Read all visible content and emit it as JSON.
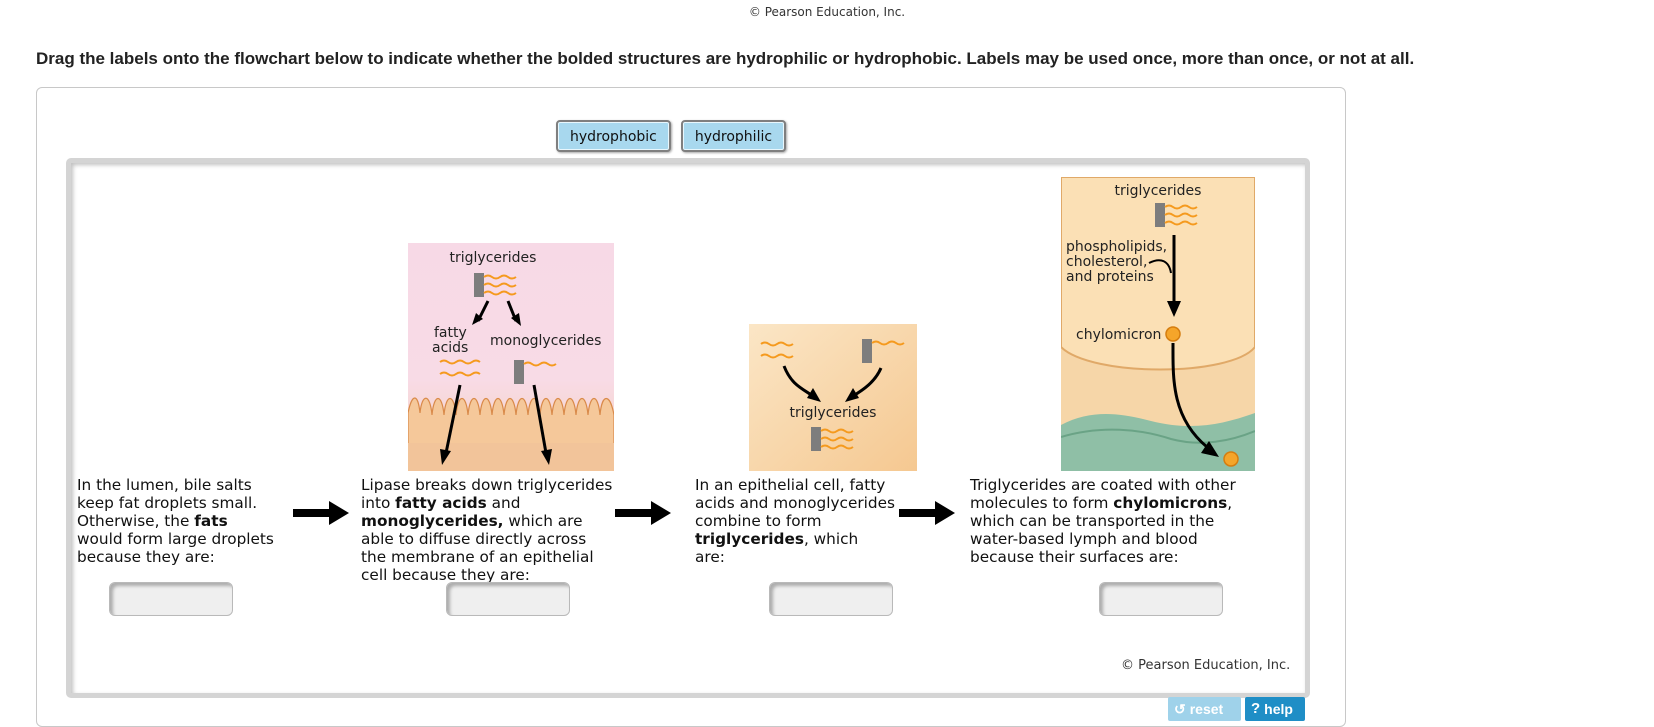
{
  "top_copyright": "© Pearson Education, Inc.",
  "instructions": "Drag the labels onto the flowchart below to indicate whether the bolded structures are hydrophilic or hydrophobic. Labels may be used once, more than once, or not at all.",
  "labels": [
    "hydrophobic",
    "hydrophilic"
  ],
  "steps": [
    {
      "lines": [
        [
          "In the lumen, bile salts"
        ],
        [
          "keep fat droplets small."
        ],
        [
          "Otherwise, the ",
          "*fats"
        ],
        [
          "would form large droplets"
        ],
        [
          "because they are:"
        ]
      ]
    },
    {
      "lines": [
        [
          "Lipase breaks down triglycerides"
        ],
        [
          "into ",
          "*fatty acids",
          " and"
        ],
        [
          "*monoglycerides,",
          " which are"
        ],
        [
          "able to diffuse directly across"
        ],
        [
          "the membrane of an epithelial"
        ],
        [
          "cell because they are:"
        ]
      ]
    },
    {
      "lines": [
        [
          "In an epithelial cell, fatty"
        ],
        [
          "acids and monoglycerides"
        ],
        [
          "combine to form"
        ],
        [
          "*triglycerides",
          ", which"
        ],
        [
          "are:"
        ]
      ]
    },
    {
      "lines": [
        [
          "Triglycerides are coated with other"
        ],
        [
          "molecules to form ",
          "*chylomicrons",
          ","
        ],
        [
          "which can be transported in the"
        ],
        [
          "water-based lymph and blood"
        ],
        [
          "because their surfaces are:"
        ]
      ]
    }
  ],
  "illustrations": {
    "lumen": {
      "triglycerides": "triglycerides",
      "fatty_acids_1": "fatty",
      "fatty_acids_2": "acids",
      "monoglycerides": "monoglycerides"
    },
    "epithelial": {
      "triglycerides": "triglycerides"
    },
    "lymph": {
      "triglycerides": "triglycerides",
      "phospho_1": "phospholipids,",
      "phospho_2": "cholesterol,",
      "phospho_3": "and proteins",
      "chylomicron": "chylomicron"
    }
  },
  "board_copyright": "© Pearson Education, Inc.",
  "buttons": {
    "reset": "reset",
    "help": "help"
  },
  "colors": {
    "label_bg": "#a8d8ee",
    "help_bg": "#1f8ec6",
    "reset_bg": "#9fd2ea",
    "lipid_tail": "#f59a1e",
    "glycerol_head": "#7d7d7d"
  }
}
